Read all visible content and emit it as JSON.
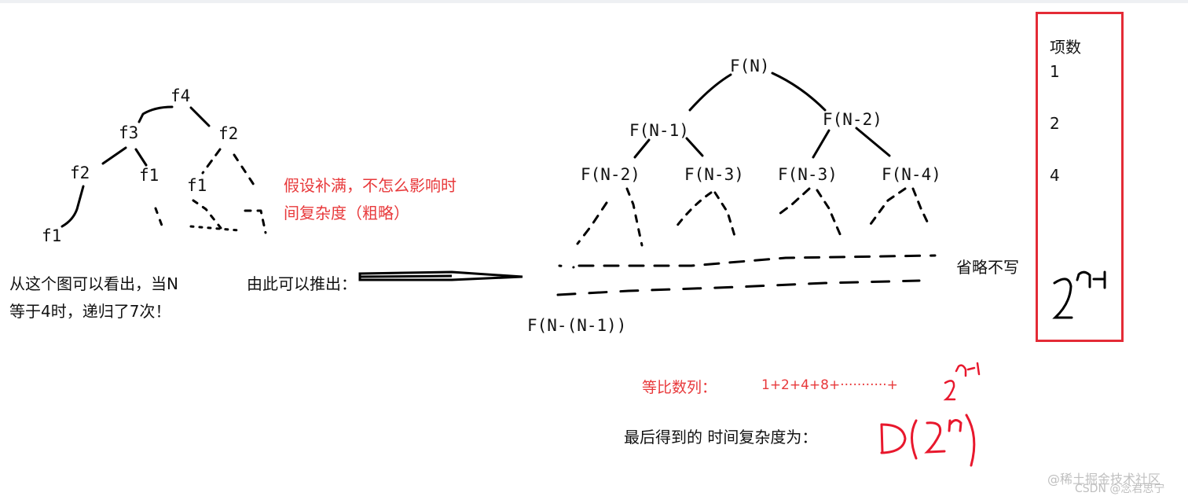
{
  "small_tree": {
    "nodes": [
      "f4",
      "f3",
      "f2",
      "f2",
      "f1",
      "f1",
      "f1"
    ]
  },
  "notes": {
    "fill_assumption": [
      "假设补满，不怎么影响时",
      "间复杂度（粗略）"
    ],
    "small_tree_caption": [
      "从这个图可以看出，当N",
      "等于4时，递归了7次！"
    ],
    "derive": "由此可以推出：",
    "omitted": "省略不写",
    "geometric": "等比数列：",
    "series": "1+2+4+8+···········+",
    "final": "最后得到的 时间复杂度为："
  },
  "big_tree": {
    "root": "F(N)",
    "level1": [
      "F(N-1)",
      "F(N-2)"
    ],
    "level2": [
      "F(N-2)",
      "F(N-3)",
      "F(N-3)",
      "F(N-4)"
    ],
    "bottom": "F(N-(N-1))"
  },
  "count_box": {
    "header": "项数",
    "values": [
      "1",
      "2",
      "4"
    ],
    "handwritten": "2^(n-1)"
  },
  "handwritten_answer": "O(2^n)",
  "watermarks": [
    "@稀土掘金技术社区",
    "CSDN @念君思宁"
  ],
  "colors": {
    "ink": "#111111",
    "red_text": "#e8393b",
    "box_border": "#e42b36",
    "hand_red": "#e8182d"
  }
}
